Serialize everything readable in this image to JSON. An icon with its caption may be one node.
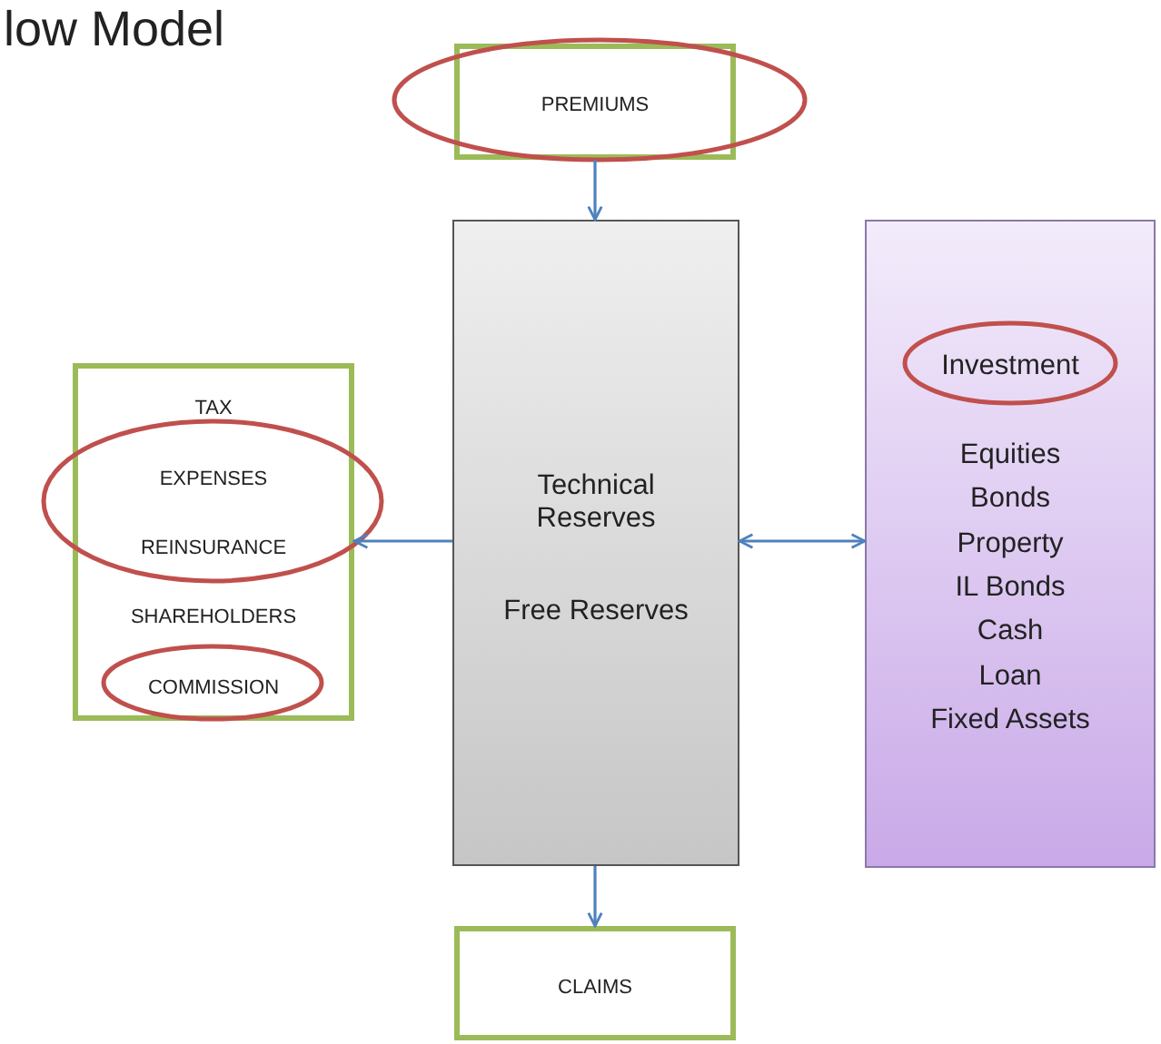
{
  "diagram": {
    "title": "low Model",
    "nodes": [
      {
        "text": [
          "PREMIUMS"
        ]
      },
      {
        "text": [
          "Technical Reserves",
          "Free Reserves"
        ]
      },
      {
        "text": [
          "TAX",
          "EXPENSES",
          "REINSURANCE",
          "SHAREHOLDERS",
          "COMMISSION"
        ]
      },
      {
        "text": [
          "Investment",
          "Equities",
          "Bonds",
          "Property",
          "IL Bonds",
          "Cash",
          "Loan",
          "Fixed Assets"
        ]
      },
      {
        "text": [
          "CLAIMS"
        ]
      }
    ],
    "edges": [
      {
        "from": 0,
        "to": 1,
        "arrow": "to"
      },
      {
        "from": 1,
        "to": 2,
        "arrow": "to"
      },
      {
        "from": 1,
        "to": 3,
        "arrow": "both"
      },
      {
        "from": 1,
        "to": 4,
        "arrow": "to"
      }
    ]
  }
}
